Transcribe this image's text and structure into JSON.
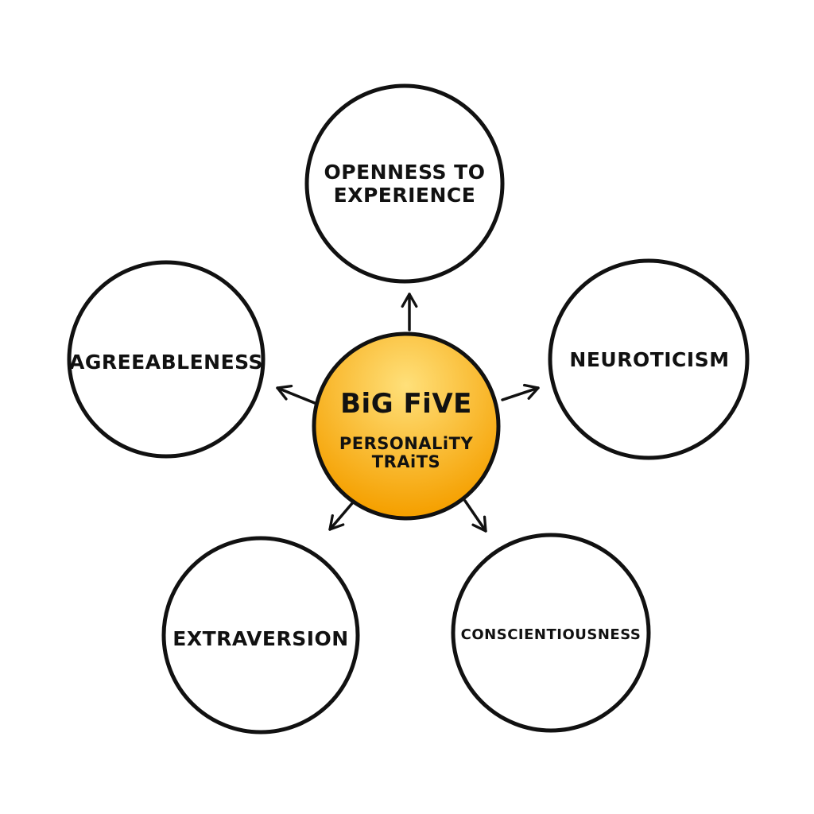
{
  "diagram": {
    "center": {
      "title": "BiG FiVE",
      "subtitle": "PERSONALiTY\nTRAiTS",
      "fill_light": "#ffe07a",
      "fill_dark": "#f5a000"
    },
    "nodes": [
      {
        "id": "openness",
        "label": "OPENNESS TO\nEXPERiENCE"
      },
      {
        "id": "neuroticism",
        "label": "NEUROTiCiSM"
      },
      {
        "id": "conscientiousness",
        "label": "CONSCiENTiOUSNESS"
      },
      {
        "id": "extraversion",
        "label": "EXTRAVERSiON"
      },
      {
        "id": "agreeableness",
        "label": "aGREEABLENESS"
      }
    ],
    "stroke_color": "#111111",
    "node_fill": "#ffffff"
  }
}
